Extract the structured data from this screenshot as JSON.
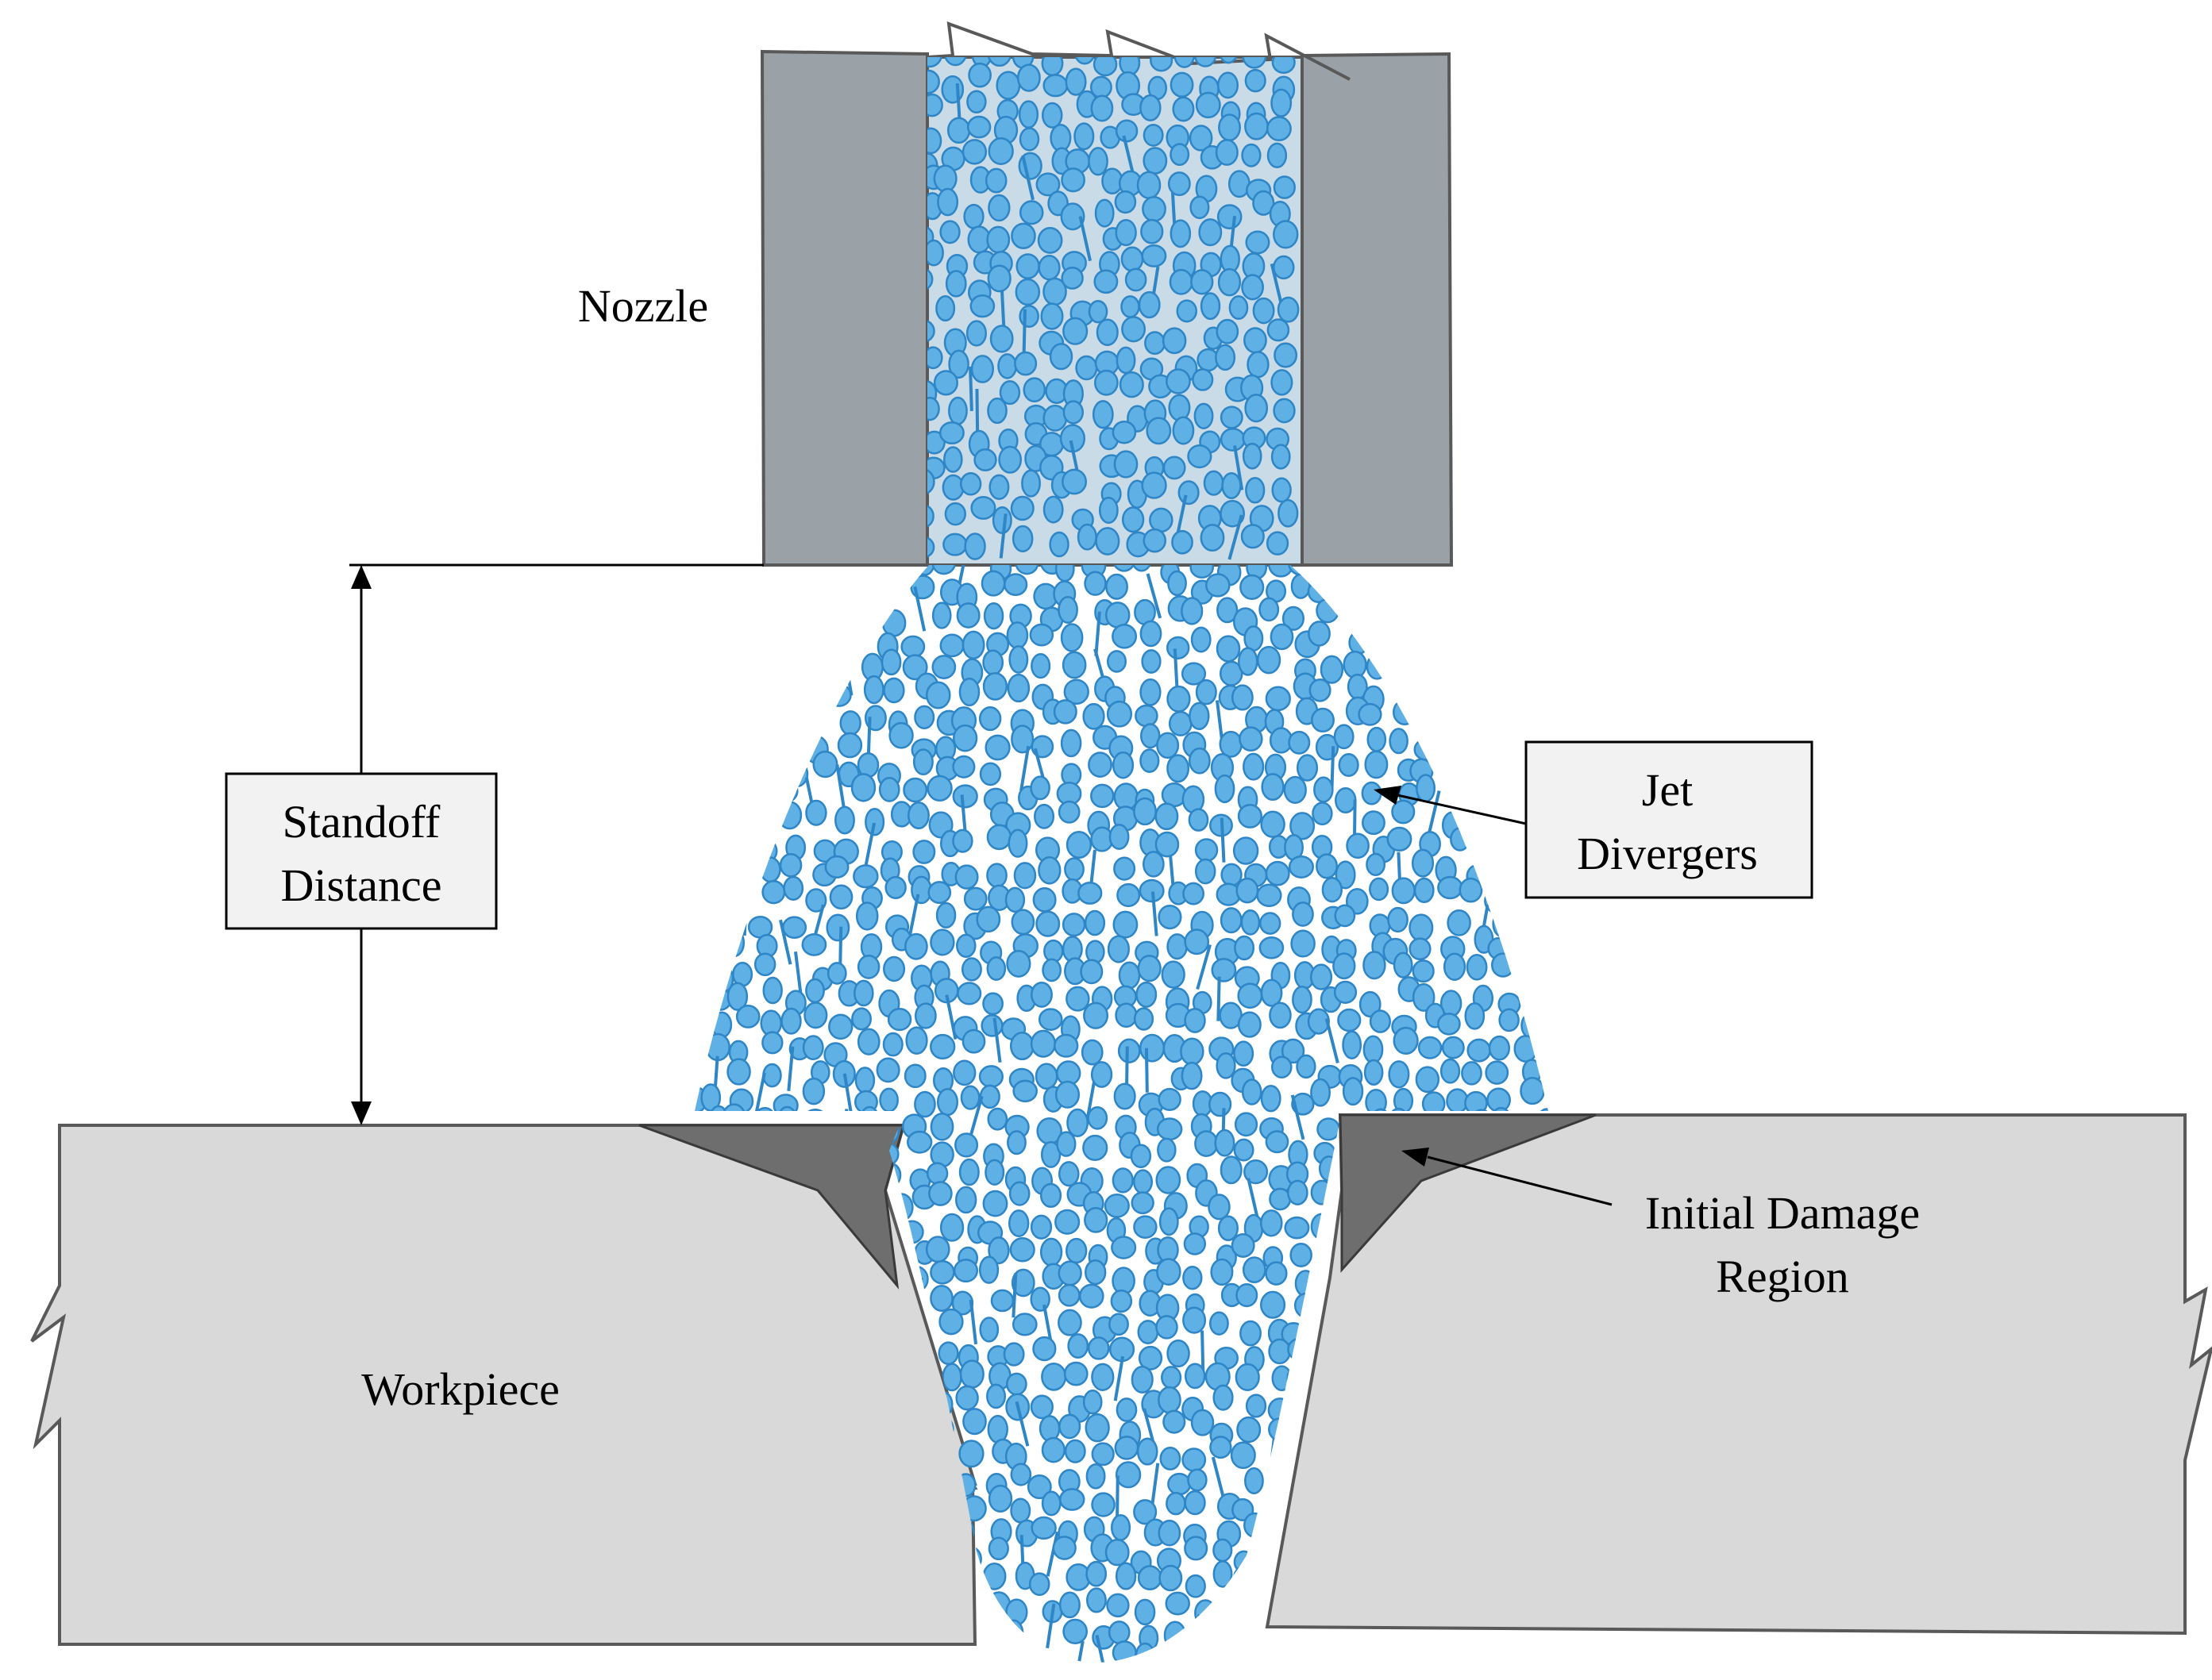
{
  "labels": {
    "nozzle": "Nozzle",
    "standoff_line1": "Standoff",
    "standoff_line2": "Distance",
    "jet_line1": "Jet",
    "jet_line2": "Divergers",
    "damage_line1": "Initial Damage",
    "damage_line2": "Region",
    "workpiece": "Workpiece"
  },
  "colors": {
    "nozzle_wall": "#9aa2a8",
    "nozzle_bore": "#c9dbe6",
    "workpiece": "#d9d9d9",
    "damage_region": "#6e6e6e",
    "particle_fill": "#5eb0e5",
    "particle_stroke": "#2f86c6",
    "label_box": "#f2f2f2",
    "outline": "#595959"
  },
  "icons": {
    "break_marks": "zigzag-break-icon",
    "arrowheads": "arrowhead-icon"
  }
}
